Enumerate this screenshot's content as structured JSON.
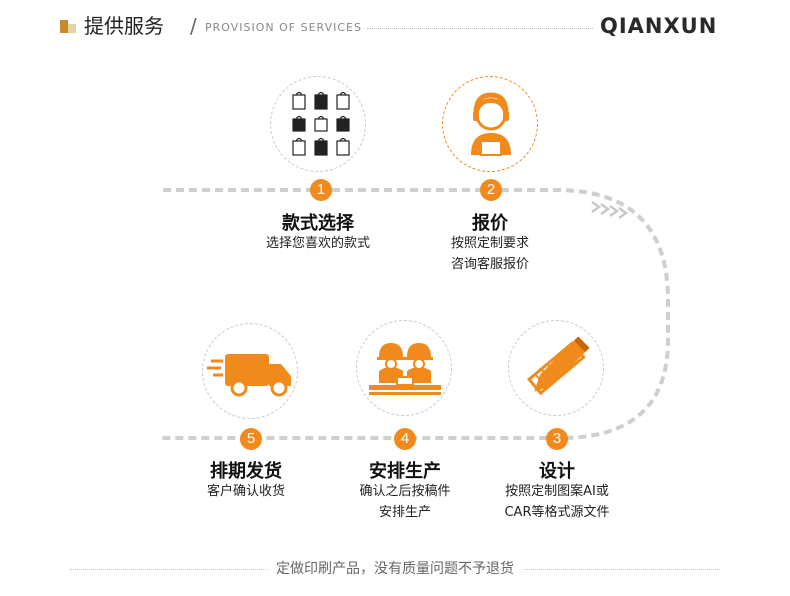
{
  "header": {
    "title": "提供服务",
    "slash": "/",
    "subtitle": "PROVISION OF SERVICES",
    "brand": "QIANXUN"
  },
  "colors": {
    "accent": "#f08a1c",
    "header_mark": "#c88a2a",
    "dashed_path": "#cfcfcf"
  },
  "steps": [
    {
      "number": "1",
      "title": "款式选择",
      "desc": [
        "选择您喜欢的款式"
      ],
      "icon": "shopping-bags-icon"
    },
    {
      "number": "2",
      "title": "报价",
      "desc": [
        "按照定制要求",
        "咨询客服报价"
      ],
      "icon": "customer-service-icon"
    },
    {
      "number": "3",
      "title": "设计",
      "desc": [
        "按照定制图案AI或",
        "CAR等格式源文件"
      ],
      "icon": "pencil-ruler-icon"
    },
    {
      "number": "4",
      "title": "安排生产",
      "desc": [
        "确认之后按稿件",
        "安排生产"
      ],
      "icon": "factory-workers-icon"
    },
    {
      "number": "5",
      "title": "排期发货",
      "desc": [
        "客户确认收货"
      ],
      "icon": "delivery-truck-icon"
    }
  ],
  "footer": {
    "text": "定做印刷产品，没有质量问题不予退货"
  }
}
